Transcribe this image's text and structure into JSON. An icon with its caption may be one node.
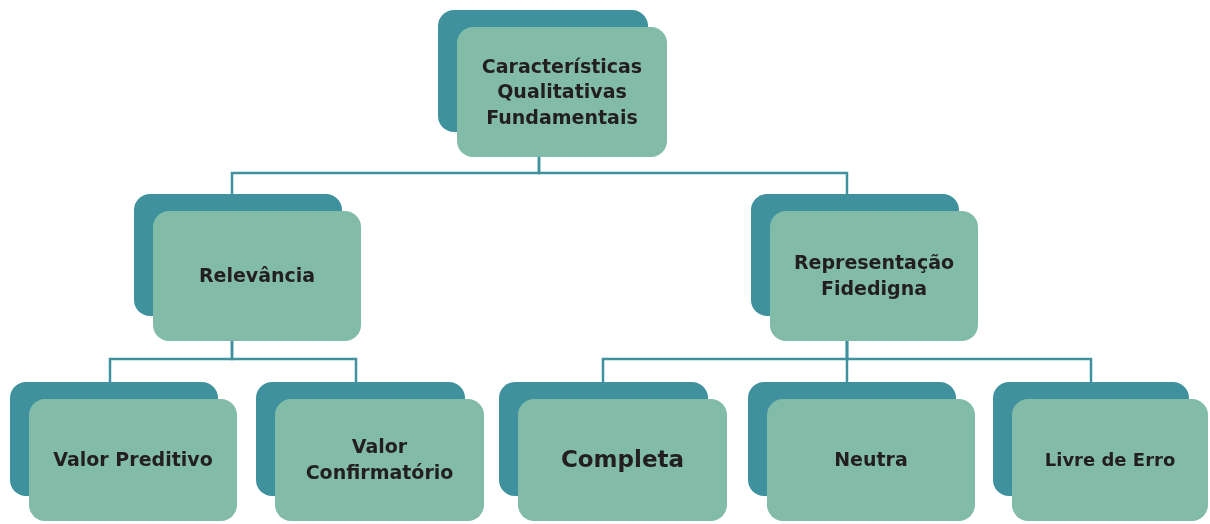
{
  "diagram": {
    "nodes": [
      {
        "text": [
          "Características Qualitativas Fundamentais"
        ]
      },
      {
        "text": [
          "Relevância"
        ]
      },
      {
        "text": [
          "Representação Fidedigna"
        ]
      },
      {
        "text": [
          "Valor Preditivo"
        ]
      },
      {
        "text": [
          "Valor Confirmatório"
        ]
      },
      {
        "text": [
          "Completa"
        ]
      },
      {
        "text": [
          "Neutra"
        ]
      },
      {
        "text": [
          "Livre de Erro"
        ]
      }
    ],
    "edges": [
      {
        "from": 0,
        "to": 1,
        "arrow": "none"
      },
      {
        "from": 0,
        "to": 2,
        "arrow": "none"
      },
      {
        "from": 1,
        "to": 3,
        "arrow": "none"
      },
      {
        "from": 1,
        "to": 4,
        "arrow": "none"
      },
      {
        "from": 2,
        "to": 5,
        "arrow": "none"
      },
      {
        "from": 2,
        "to": 6,
        "arrow": "none"
      },
      {
        "from": 2,
        "to": 7,
        "arrow": "none"
      }
    ]
  }
}
